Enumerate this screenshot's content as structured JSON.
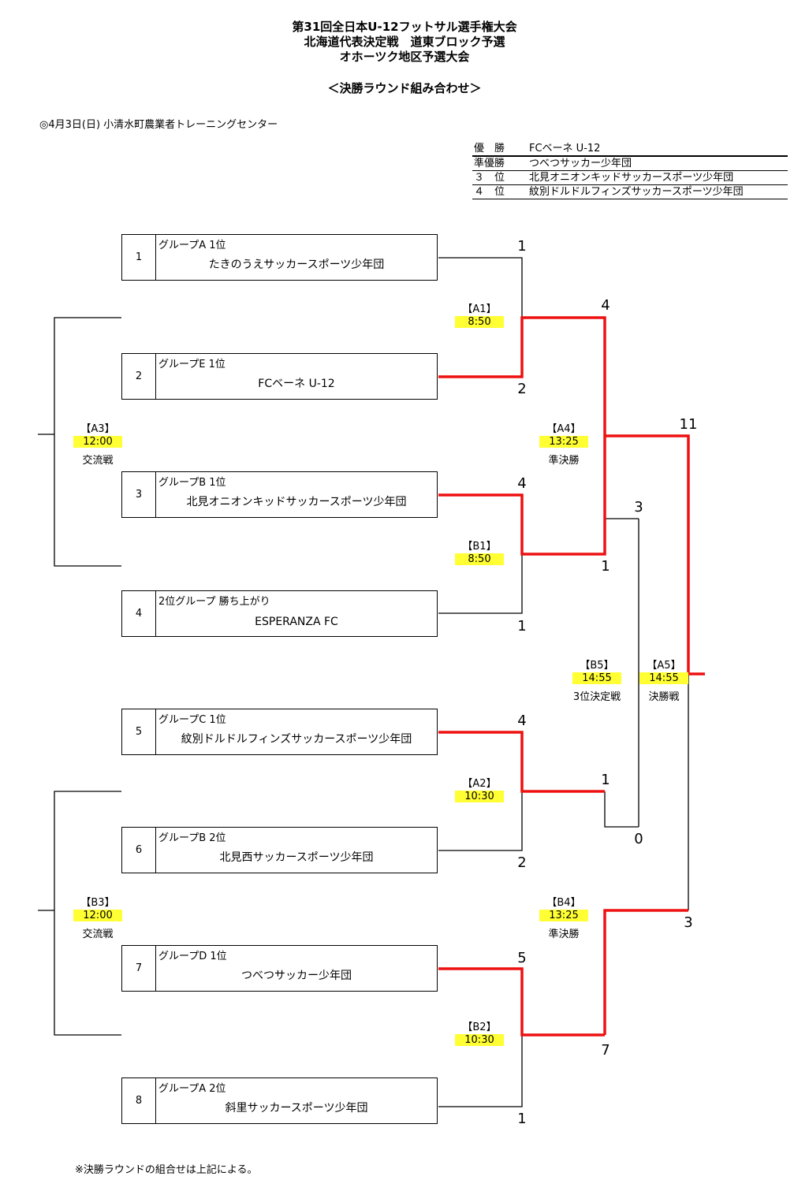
{
  "header": {
    "line1": "第31回全日本U-12フットサル選手権大会",
    "line2": "北海道代表決定戦　道東ブロック予選",
    "line3": "オホーツク地区予選大会",
    "subtitle": "＜決勝ラウンド組み合わせ＞"
  },
  "venue": "◎4月3日(日)  小清水町農業者トレーニングセンター",
  "results": [
    {
      "rank": "優　勝",
      "team": "FCベーネ  U-12"
    },
    {
      "rank": "準優勝",
      "team": "つべつサッカー少年団"
    },
    {
      "rank": "３　位",
      "team": "北見オニオンキッドサッカースポーツ少年団"
    },
    {
      "rank": "４　位",
      "team": "紋別ドルドルフィンズサッカースポーツ少年団"
    }
  ],
  "teams": [
    {
      "seed": "1",
      "group": "グループA  1位",
      "name": "たきのうえサッカースポーツ少年団"
    },
    {
      "seed": "2",
      "group": "グループE  1位",
      "name": "FCベーネ  U-12"
    },
    {
      "seed": "3",
      "group": "グループB  1位",
      "name": "北見オニオンキッドサッカースポーツ少年団"
    },
    {
      "seed": "4",
      "group": "2位グループ  勝ち上がり",
      "name": "ESPERANZA  FC"
    },
    {
      "seed": "5",
      "group": "グループC  1位",
      "name": "紋別ドルドルフィンズサッカースポーツ少年団"
    },
    {
      "seed": "6",
      "group": "グループB  2位",
      "name": "北見西サッカースポーツ少年団"
    },
    {
      "seed": "7",
      "group": "グループD  1位",
      "name": "つべつサッカー少年団"
    },
    {
      "seed": "8",
      "group": "グループA  2位",
      "name": "斜里サッカースポーツ少年団"
    }
  ],
  "matches": [
    {
      "code": "【A1】",
      "time": "8:50",
      "round": ""
    },
    {
      "code": "【B1】",
      "time": "8:50",
      "round": ""
    },
    {
      "code": "【A2】",
      "time": "10:30",
      "round": ""
    },
    {
      "code": "【B2】",
      "time": "10:30",
      "round": ""
    },
    {
      "code": "【A3】",
      "time": "12:00",
      "round": "交流戦"
    },
    {
      "code": "【B3】",
      "time": "12:00",
      "round": "交流戦"
    },
    {
      "code": "【A4】",
      "time": "13:25",
      "round": "準決勝"
    },
    {
      "code": "【B4】",
      "time": "13:25",
      "round": "準決勝"
    },
    {
      "code": "【B5】",
      "time": "14:55",
      "round": "3位決定戦"
    },
    {
      "code": "【A5】",
      "time": "14:55",
      "round": "決勝戦"
    }
  ],
  "scores": {
    "a1_top": "1",
    "a1_bottom": "2",
    "b1_top": "4",
    "b1_bottom": "1",
    "a2_top": "4",
    "a2_bottom": "2",
    "b2_top": "5",
    "b2_bottom": "1",
    "a4_top": "4",
    "a4_bottom": "1",
    "b4_top": "1",
    "b4_bottom": "7",
    "b5_top": "3",
    "b5_bottom": "0",
    "a5_top": "11",
    "a5_bottom": "3"
  },
  "colors": {
    "winner_line": "#ee1111",
    "time_highlight": "#ffff33"
  },
  "note": "※決勝ラウンドの組合せは上記による。"
}
